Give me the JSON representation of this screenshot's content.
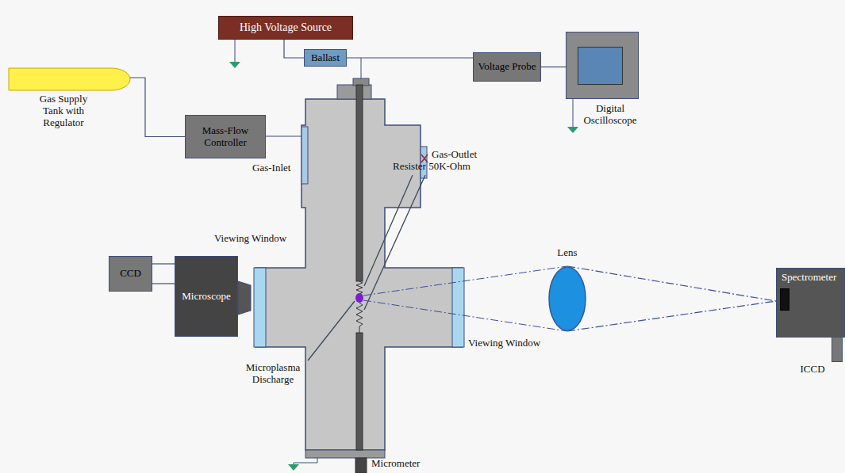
{
  "diagram": {
    "nodes": [
      {
        "text": [
          "High Voltage Source"
        ]
      },
      {
        "text": [
          "Ballast"
        ]
      },
      {
        "text": [
          "Voltage Probe"
        ]
      },
      {
        "text": [
          "Digital Oscilloscope"
        ]
      },
      {
        "text": [
          "Gas Supply Tank with Regulator"
        ]
      },
      {
        "text": [
          "Mass-Flow Controller"
        ]
      },
      {
        "text": [
          "CCD"
        ]
      },
      {
        "text": [
          "Microscope"
        ]
      },
      {
        "text": [
          "Lens"
        ]
      },
      {
        "text": [
          "Spectrometer"
        ]
      },
      {
        "text": [
          "ICCD"
        ]
      }
    ],
    "edges": [
      {
        "from": 0,
        "to": 1,
        "arrow": "none"
      },
      {
        "from": 1,
        "to": 2,
        "arrow": "none"
      },
      {
        "from": 2,
        "to": 3,
        "arrow": "none"
      },
      {
        "from": 4,
        "to": 5,
        "arrow": "none"
      },
      {
        "from": 6,
        "to": 7,
        "arrow": "none"
      },
      {
        "from": 6,
        "to": 7,
        "arrow": "none"
      },
      {
        "from": 8,
        "to": 9,
        "arrow": "none"
      },
      {
        "from": 8,
        "to": 9,
        "arrow": "none"
      }
    ],
    "labels": [
      "Gas-Inlet",
      "Gas-Outlet",
      "Viewing Window",
      "Resister 50K-Ohm",
      "Viewing Window",
      "Microplasma Discharge",
      "Micrometer"
    ]
  }
}
